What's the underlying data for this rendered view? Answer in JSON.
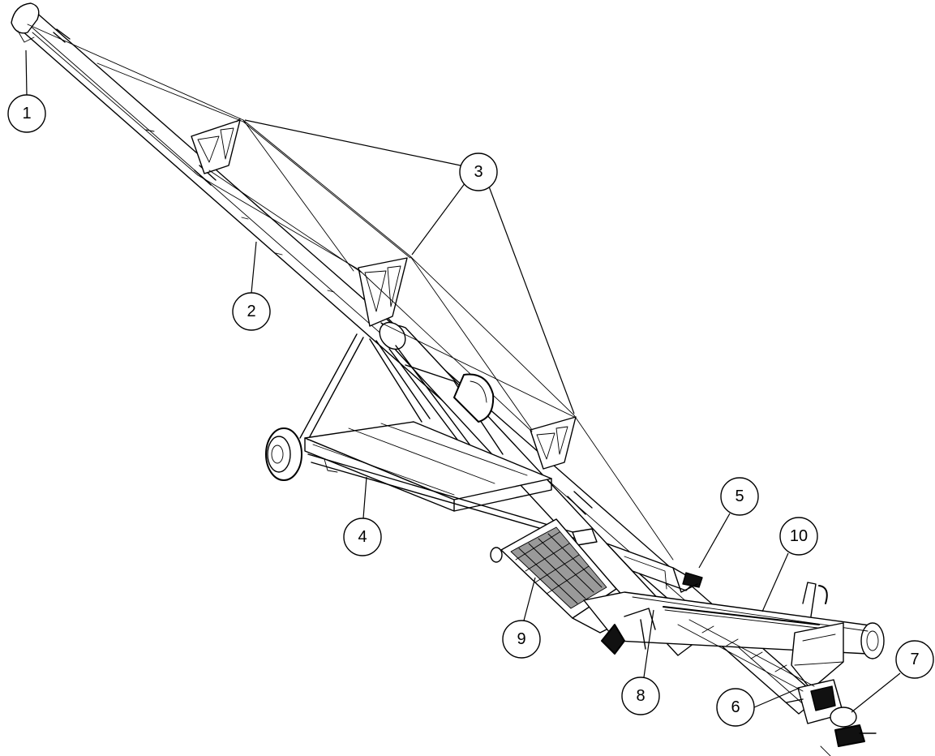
{
  "diagram": {
    "line_color": "#000000",
    "background": "#ffffff",
    "callouts": [
      {
        "id": "c1",
        "label": "1"
      },
      {
        "id": "c2",
        "label": "2"
      },
      {
        "id": "c3",
        "label": "3"
      },
      {
        "id": "c4",
        "label": "4"
      },
      {
        "id": "c5",
        "label": "5"
      },
      {
        "id": "c6",
        "label": "6"
      },
      {
        "id": "c7",
        "label": "7"
      },
      {
        "id": "c8",
        "label": "8"
      },
      {
        "id": "c9",
        "label": "9"
      },
      {
        "id": "c10",
        "label": "10"
      }
    ]
  }
}
